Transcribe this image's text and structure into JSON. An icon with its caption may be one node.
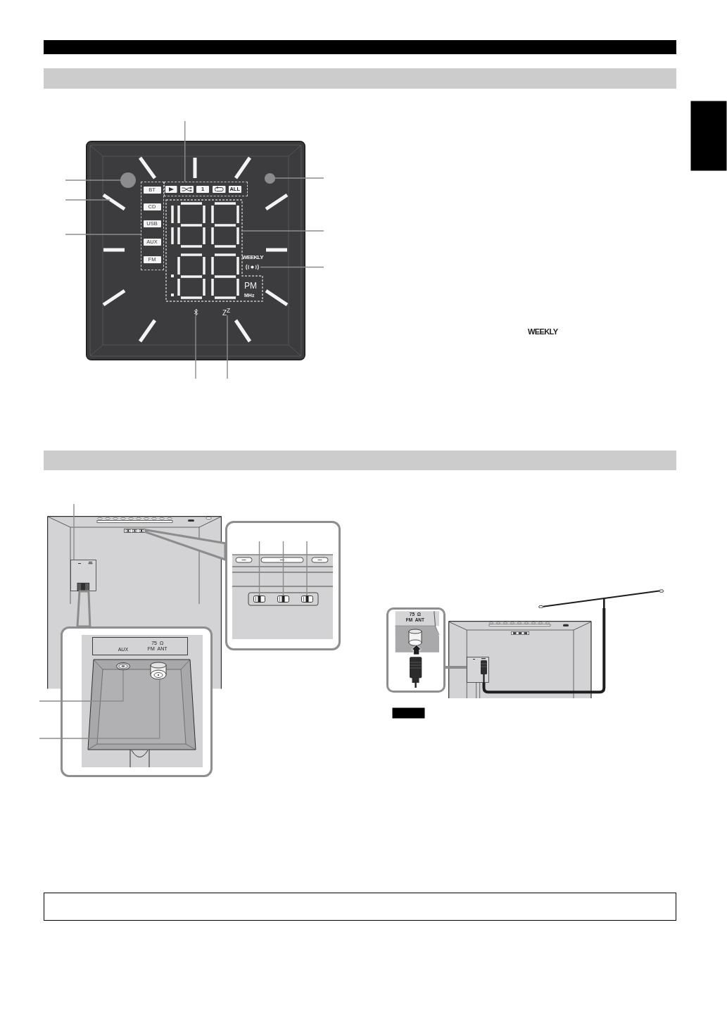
{
  "diagram": {
    "nodes": [
      {
        "text": [],
        "shape": "bar"
      },
      {
        "text": [],
        "shape": "bar"
      },
      {
        "text": [],
        "shape": "box"
      },
      {
        "text": [],
        "shape": "picture"
      },
      {
        "text": [],
        "shape": "box",
        "in": 3
      },
      {
        "text": [],
        "shape": "picture",
        "in": 4
      },
      {
        "text": [],
        "shape": "picture",
        "in": 4
      },
      {
        "text": [
          "1"
        ],
        "in": 4
      },
      {
        "text": [],
        "shape": "picture",
        "in": 4
      },
      {
        "text": [
          "ALL"
        ],
        "in": 4
      },
      {
        "text": [],
        "shape": "circle",
        "in": 3
      },
      {
        "text": [],
        "shape": "circle",
        "in": 3
      },
      {
        "text": [],
        "shape": "box",
        "in": 3
      },
      {
        "text": [
          "BT"
        ],
        "in": 12
      },
      {
        "text": [
          "CD"
        ],
        "in": 12
      },
      {
        "text": [
          "USB"
        ],
        "in": 12
      },
      {
        "text": [
          "AUX"
        ],
        "in": 12
      },
      {
        "text": [
          "FM"
        ],
        "in": 12
      },
      {
        "text": [],
        "shape": "bar",
        "in": 3
      },
      {
        "text": [
          "PM",
          "MHz"
        ],
        "in": 3
      },
      {
        "text": [],
        "shape": "picture",
        "in": 3
      },
      {
        "text": [],
        "shape": "picture",
        "in": 3
      },
      {
        "text": [
          "Z$^{Z}$"
        ],
        "in": 3
      },
      {
        "text": [],
        "shape": "bar"
      },
      {
        "text": [],
        "shape": "picture"
      },
      {
        "text": [],
        "shape": "box",
        "in": 24
      },
      {
        "text": [],
        "shape": "box",
        "in": 24
      },
      {
        "text": [],
        "shape": "box"
      },
      {
        "text": [],
        "shape": "box",
        "in": 27
      },
      {
        "text": [],
        "shape": "box",
        "in": 27
      },
      {
        "text": [],
        "shape": "box",
        "in": 27
      },
      {
        "text": [],
        "shape": "box"
      },
      {
        "text": [
          "AUX",
          "75 Ω FM ANT"
        ]
      },
      {
        "text": [],
        "shape": "circle"
      },
      {
        "text": [],
        "shape": "cylinder"
      },
      {
        "text": [
          "75 Ω FM ANT"
        ]
      },
      {
        "text": [],
        "shape": "picture"
      },
      {
        "text": [],
        "shape": "picture"
      },
      {
        "text": [],
        "shape": "box",
        "in": 37
      },
      {
        "text": [],
        "shape": "box"
      },
      {
        "text": [],
        "shape": "box"
      }
    ],
    "edges": [
      {
        "from": null,
        "to": 4,
        "arrow": "none"
      },
      {
        "from": null,
        "to": 10,
        "arrow": "none"
      },
      {
        "from": null,
        "to": 18,
        "arrow": "none"
      },
      {
        "from": null,
        "to": 12,
        "arrow": "none"
      },
      {
        "from": null,
        "to": 11,
        "arrow": "none"
      },
      {
        "from": null,
        "to": 19,
        "arrow": "none"
      },
      {
        "from": null,
        "to": 20,
        "arrow": "none"
      },
      {
        "from": null,
        "to": 21,
        "arrow": "none"
      },
      {
        "from": null,
        "to": 22,
        "arrow": "none"
      },
      {
        "from": null,
        "to": 25,
        "arrow": "none"
      },
      {
        "from": null,
        "to": 28,
        "arrow": "none"
      },
      {
        "from": null,
        "to": 29,
        "arrow": "none"
      },
      {
        "from": null,
        "to": 30,
        "arrow": "none"
      },
      {
        "from": 26,
        "to": 27,
        "arrow": "none",
        "style": "thick"
      },
      {
        "from": 25,
        "to": 31,
        "arrow": "none",
        "style": "thick"
      },
      {
        "from": null,
        "to": 33,
        "arrow": "none"
      },
      {
        "from": null,
        "to": 34,
        "arrow": "none"
      },
      {
        "from": 35,
        "to": 38,
        "arrow": "none",
        "style": "thick"
      },
      {
        "from": 36,
        "to": 38,
        "arrow": "none",
        "style": "thick",
        "color": "#1e1e1e"
      }
    ],
    "labels": [
      "WEEKLY",
      "WEEKLY"
    ]
  }
}
